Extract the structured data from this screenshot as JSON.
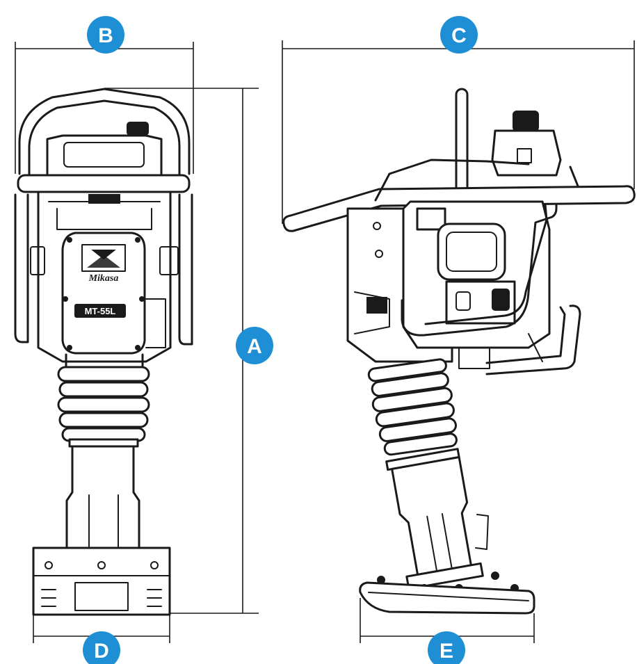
{
  "dimension_labels": {
    "a": "A",
    "b": "B",
    "c": "C",
    "d": "D",
    "e": "E"
  },
  "brand": {
    "logo_text": "Mikasa",
    "model_text": "MT-55L"
  },
  "colors": {
    "badge": "#1e8fd5",
    "line": "#1a1a1a",
    "background": "#ffffff"
  }
}
